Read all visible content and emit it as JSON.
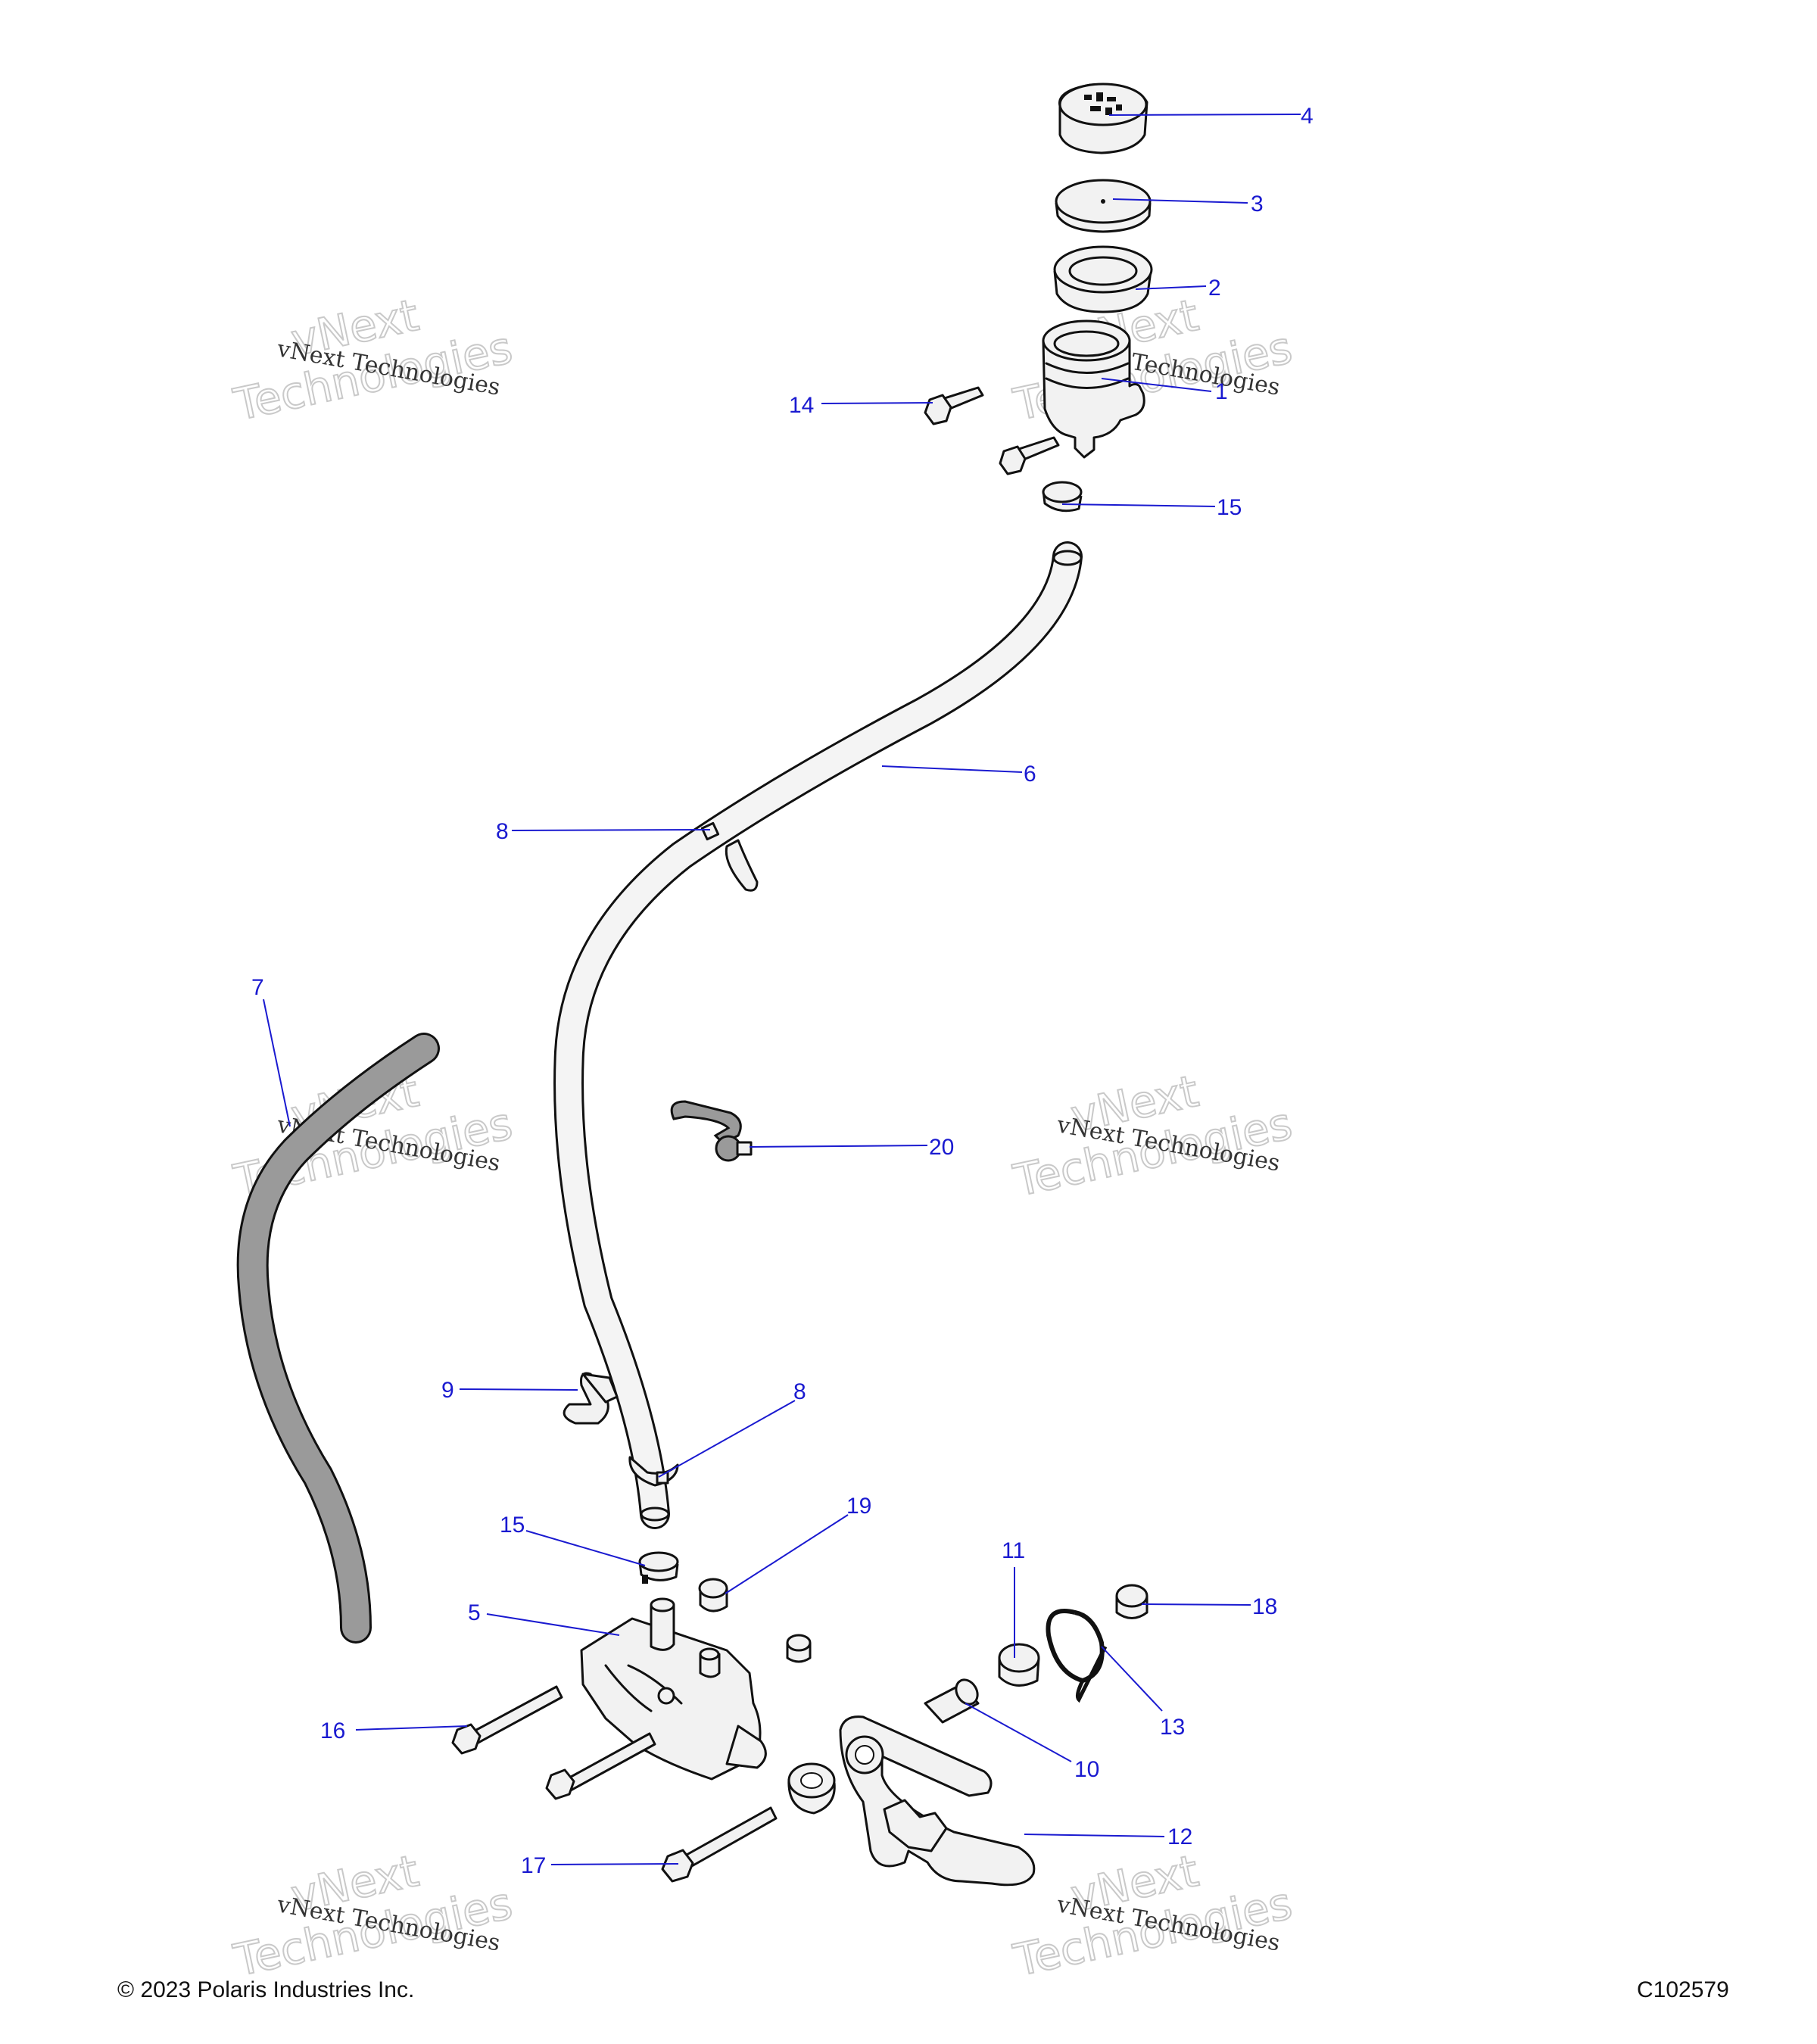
{
  "callouts": [
    {
      "id": "c4",
      "label": "4"
    },
    {
      "id": "c3",
      "label": "3"
    },
    {
      "id": "c2",
      "label": "2"
    },
    {
      "id": "c1",
      "label": "1"
    },
    {
      "id": "c14",
      "label": "14"
    },
    {
      "id": "c15a",
      "label": "15"
    },
    {
      "id": "c6",
      "label": "6"
    },
    {
      "id": "c8a",
      "label": "8"
    },
    {
      "id": "c7",
      "label": "7"
    },
    {
      "id": "c20",
      "label": "20"
    },
    {
      "id": "c9",
      "label": "9"
    },
    {
      "id": "c8b",
      "label": "8"
    },
    {
      "id": "c15b",
      "label": "15"
    },
    {
      "id": "c19",
      "label": "19"
    },
    {
      "id": "c11",
      "label": "11"
    },
    {
      "id": "c18",
      "label": "18"
    },
    {
      "id": "c5",
      "label": "5"
    },
    {
      "id": "c13",
      "label": "13"
    },
    {
      "id": "c16",
      "label": "16"
    },
    {
      "id": "c10",
      "label": "10"
    },
    {
      "id": "c12",
      "label": "12"
    },
    {
      "id": "c17",
      "label": "17"
    }
  ],
  "watermark": {
    "script_text": "vNext Technologies",
    "outline_line1": "vNext",
    "outline_line2": "Technologies"
  },
  "footer": {
    "copyright": "© 2023 Polaris Industries Inc.",
    "drawing_id": "C102579"
  },
  "colors": {
    "callout": "#1a1ad0",
    "line_art": "#111111",
    "background": "#ffffff"
  }
}
